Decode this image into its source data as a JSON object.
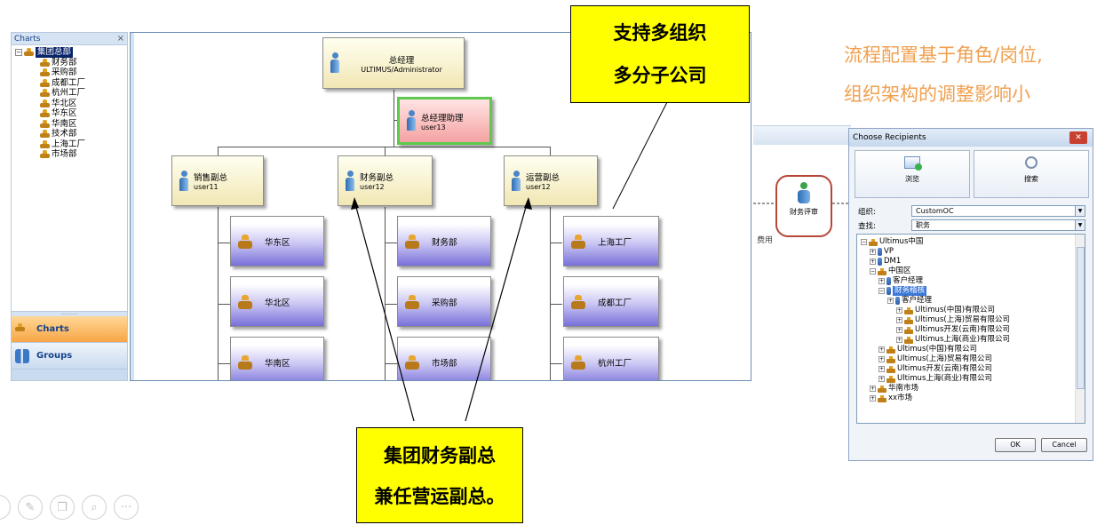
{
  "left_panel": {
    "header": "Charts",
    "close_glyph": "×",
    "root": "集团总部",
    "items": [
      "财务部",
      "采购部",
      "成都工厂",
      "杭州工厂",
      "华北区",
      "华东区",
      "华南区",
      "技术部",
      "上海工厂",
      "市场部"
    ],
    "splitter_dots": "..........",
    "nav": [
      {
        "label": "Charts",
        "icon": "org-chart-icon",
        "active": true
      },
      {
        "label": "Groups",
        "icon": "group-icon",
        "active": false
      }
    ]
  },
  "chart": {
    "top": {
      "title": "总经理",
      "user": "ULTIMUS/Administrator"
    },
    "assistant": {
      "title": "总经理助理",
      "user": "user13"
    },
    "vps": [
      {
        "title": "销售副总",
        "user": "user11"
      },
      {
        "title": "财务副总",
        "user": "user12"
      },
      {
        "title": "运营副总",
        "user": "user12"
      }
    ],
    "depts": [
      [
        "华东区",
        "华北区",
        "华南区"
      ],
      [
        "财务部",
        "采购部",
        "市场部"
      ],
      [
        "上海工厂",
        "成都工厂",
        "杭州工厂"
      ]
    ]
  },
  "callouts": {
    "multi_org_line1": "支持多组织",
    "multi_org_line2": "多分子公司",
    "finance_vp_line1": "集团财务副总",
    "finance_vp_line2": "兼任营运副总。",
    "role_line1": "流程配置基于角色/岗位,",
    "role_line2": "组织架构的调整影响小"
  },
  "workflow": {
    "step_label": "财务评审",
    "side_text": "费用"
  },
  "dialog": {
    "title": "Choose Recipients",
    "close": "✕",
    "browse_label": "浏览",
    "search_label": "搜索",
    "org_label": "组织:",
    "org_value": "CustomOC",
    "find_label": "查找:",
    "find_value": "职务",
    "tree": [
      {
        "depth": 0,
        "pm": "⊟",
        "icon": "org",
        "text": "Ultimus中国"
      },
      {
        "depth": 1,
        "pm": "⊞",
        "icon": "person",
        "text": "VP"
      },
      {
        "depth": 1,
        "pm": "⊞",
        "icon": "person",
        "text": "DM1"
      },
      {
        "depth": 1,
        "pm": "⊟",
        "icon": "org",
        "text": "中国区"
      },
      {
        "depth": 2,
        "pm": "⊞",
        "icon": "person",
        "text": "客户经理"
      },
      {
        "depth": 2,
        "pm": "⊟",
        "icon": "person",
        "text": "财务稽核",
        "selected": true
      },
      {
        "depth": 3,
        "pm": "⊞",
        "icon": "person",
        "text": "客户经理"
      },
      {
        "depth": 4,
        "pm": "⊞",
        "icon": "org",
        "text": "Ultimus(中国)有限公司"
      },
      {
        "depth": 4,
        "pm": "⊞",
        "icon": "org",
        "text": "Ultimus(上海)贸易有限公司"
      },
      {
        "depth": 4,
        "pm": "⊞",
        "icon": "org",
        "text": "Ultimus开发(云南)有限公司"
      },
      {
        "depth": 4,
        "pm": "⊞",
        "icon": "org",
        "text": "Ultimus上海(商业)有限公司"
      },
      {
        "depth": 2,
        "pm": "⊞",
        "icon": "org",
        "text": "Ultimus(中国)有限公司"
      },
      {
        "depth": 2,
        "pm": "⊞",
        "icon": "org",
        "text": "Ultimus(上海)贸易有限公司"
      },
      {
        "depth": 2,
        "pm": "⊞",
        "icon": "org",
        "text": "Ultimus开发(云南)有限公司"
      },
      {
        "depth": 2,
        "pm": "⊞",
        "icon": "org",
        "text": "Ultimus上海(商业)有限公司"
      },
      {
        "depth": 1,
        "pm": "⊞",
        "icon": "org",
        "text": "华南市场"
      },
      {
        "depth": 1,
        "pm": "⊞",
        "icon": "org",
        "text": "xx市场"
      }
    ],
    "ok_label": "OK",
    "cancel_label": "Cancel"
  },
  "bottom_icons": [
    "pen-icon",
    "copy-icon",
    "zoom-icon",
    "more-icon"
  ],
  "colors": {
    "callout_yellow": "#ffff00",
    "orange_text": "#f0a050",
    "assistant_border": "#5ec94c",
    "highlight_ring": "#b5473a"
  }
}
